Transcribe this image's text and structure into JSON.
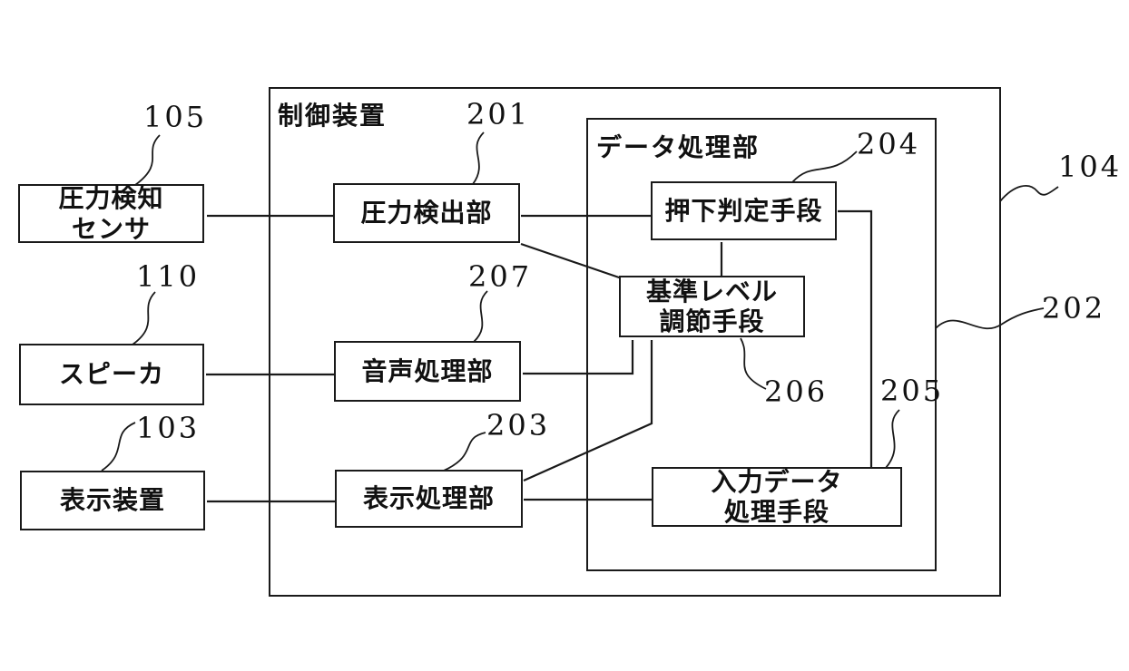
{
  "figure": {
    "background_color": "#ffffff",
    "line_color": "#1a1a1a",
    "outer_box": {
      "label": "制御装置",
      "ref": "104"
    },
    "inner_box": {
      "label": "データ処理部",
      "ref": "202"
    },
    "blocks": {
      "pressure_sensor": {
        "label": "圧力検知\nセンサ",
        "ref": "105"
      },
      "speaker": {
        "label": "スピーカ",
        "ref": "110"
      },
      "display_device": {
        "label": "表示装置",
        "ref": "103"
      },
      "pressure_detect": {
        "label": "圧力検出部",
        "ref": "201"
      },
      "audio_process": {
        "label": "音声処理部",
        "ref": "207"
      },
      "display_process": {
        "label": "表示処理部",
        "ref": "203"
      },
      "press_judge": {
        "label": "押下判定手段",
        "ref": "204"
      },
      "ref_level": {
        "label": "基準レベル\n調節手段",
        "ref": "206"
      },
      "input_data": {
        "label": "入力データ\n処理手段",
        "ref": "205"
      }
    },
    "connections": [
      "圧力検知センサ - 圧力検出部",
      "圧力検出部 - 押下判定手段",
      "スピーカ - 音声処理部",
      "表示装置 - 表示処理部",
      "表示処理部 - 入力データ処理手段",
      "圧力検出部 - 基準レベル調節手段",
      "押下判定手段 - 基準レベル調節手段",
      "音声処理部 - 基準レベル調節手段",
      "表示処理部 - 基準レベル調節手段",
      "押下判定手段 - 入力データ処理手段"
    ]
  }
}
